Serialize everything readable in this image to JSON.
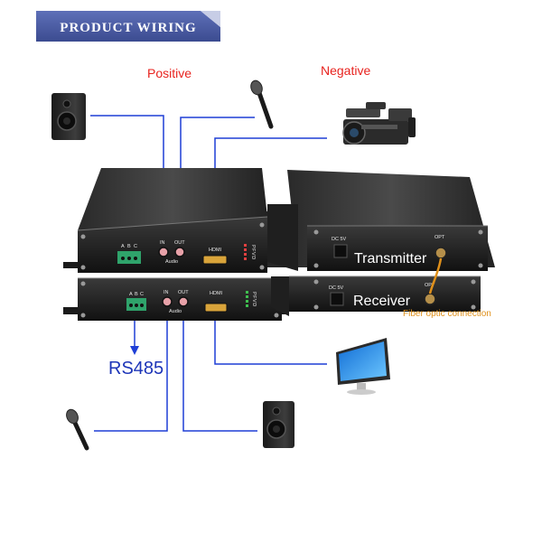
{
  "banner": {
    "title": "PRODUCT WIRING"
  },
  "labels": {
    "positive": "Positive",
    "negative": "Negative",
    "transmitter": "Transmitter",
    "receiver": "Receiver",
    "fiber": "Fiber optic connection",
    "rs485": "RS485"
  },
  "panel_top": {
    "terminals": [
      "A",
      "B",
      "C"
    ],
    "audio_in": "IN",
    "audio_out": "OUT",
    "audio": "Audio",
    "hdmi": "HDMI",
    "leds": "PFVD"
  },
  "panel_bottom": {
    "terminals": [
      "A",
      "B",
      "C"
    ],
    "audio_in": "IN",
    "audio_out": "OUT",
    "audio": "Audio",
    "hdmi": "HDMI",
    "leds": "PFVD"
  },
  "right_top": {
    "dc": "DC 5V",
    "opt": "OPT"
  },
  "right_bottom": {
    "dc": "DC 5V",
    "opt": "OPT"
  },
  "colors": {
    "wire": "#1f3fd6",
    "fiber": "#e0901a",
    "banner": "#4d5fa8",
    "label_red": "#e8231f",
    "label_blue": "#1d35b8",
    "device_body": "#1c1c1c"
  },
  "icons": [
    "speaker-icon",
    "microphone-icon",
    "camcorder-icon",
    "monitor-icon"
  ]
}
